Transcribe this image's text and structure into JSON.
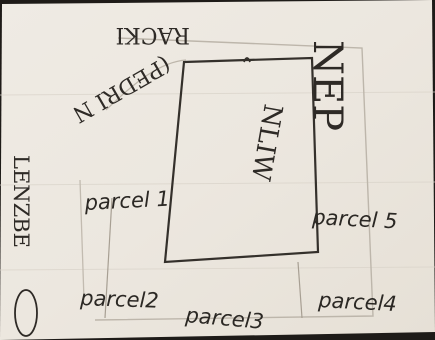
{
  "sketch": {
    "top_label": "(PEDRI N",
    "top_right_label": "RACKI",
    "right_label": "NEP",
    "left_label": "LENZBE",
    "center_label": "NLIW",
    "plots": [
      {
        "label": "parcel 1"
      },
      {
        "label": "parcel2"
      },
      {
        "label": "parcel3"
      },
      {
        "label": "parcel4"
      },
      {
        "label": "parcel 5"
      }
    ]
  }
}
